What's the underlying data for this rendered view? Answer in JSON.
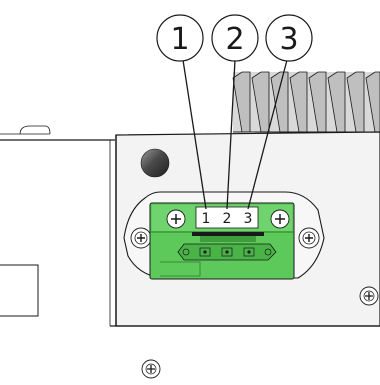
{
  "callouts": [
    "1",
    "2",
    "3"
  ],
  "pin_labels": [
    "1",
    "2",
    "3"
  ],
  "colors": {
    "connector_green": "#5cc95a",
    "connector_dark": "#3e9e3c",
    "outline": "#1a1a1a",
    "panel_gray": "#f2f2f2",
    "heatsink_gray": "#b0b0b0",
    "knob_dark": "#4a4a4a"
  },
  "icons": [
    "screw-icon",
    "mounting-screw-icon",
    "power-knob-icon"
  ]
}
